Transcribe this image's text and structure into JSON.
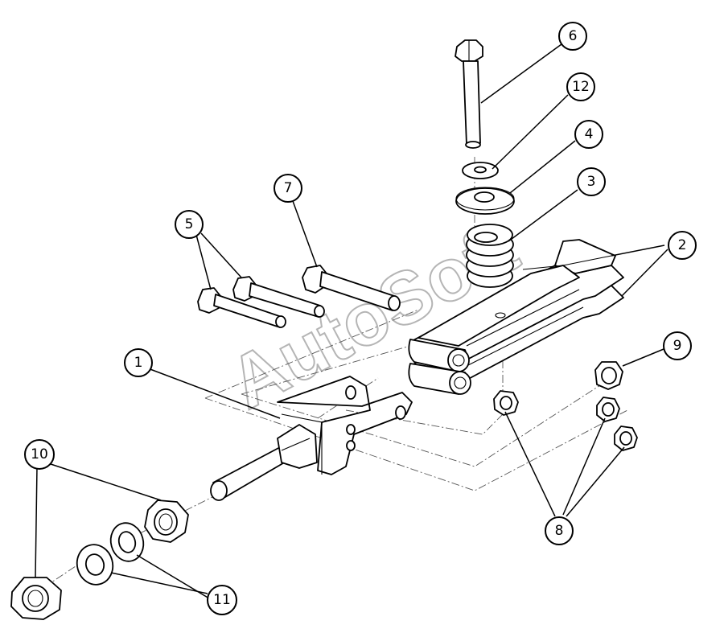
{
  "watermark": "AutoSoft",
  "callouts": [
    {
      "id": "c6",
      "label": "6"
    },
    {
      "id": "c12",
      "label": "12"
    },
    {
      "id": "c4",
      "label": "4"
    },
    {
      "id": "c3",
      "label": "3"
    },
    {
      "id": "c2",
      "label": "2"
    },
    {
      "id": "c7",
      "label": "7"
    },
    {
      "id": "c5",
      "label": "5"
    },
    {
      "id": "c1",
      "label": "1"
    },
    {
      "id": "c9",
      "label": "9"
    },
    {
      "id": "c10",
      "label": "10"
    },
    {
      "id": "c8",
      "label": "8"
    },
    {
      "id": "c11",
      "label": "11"
    }
  ]
}
